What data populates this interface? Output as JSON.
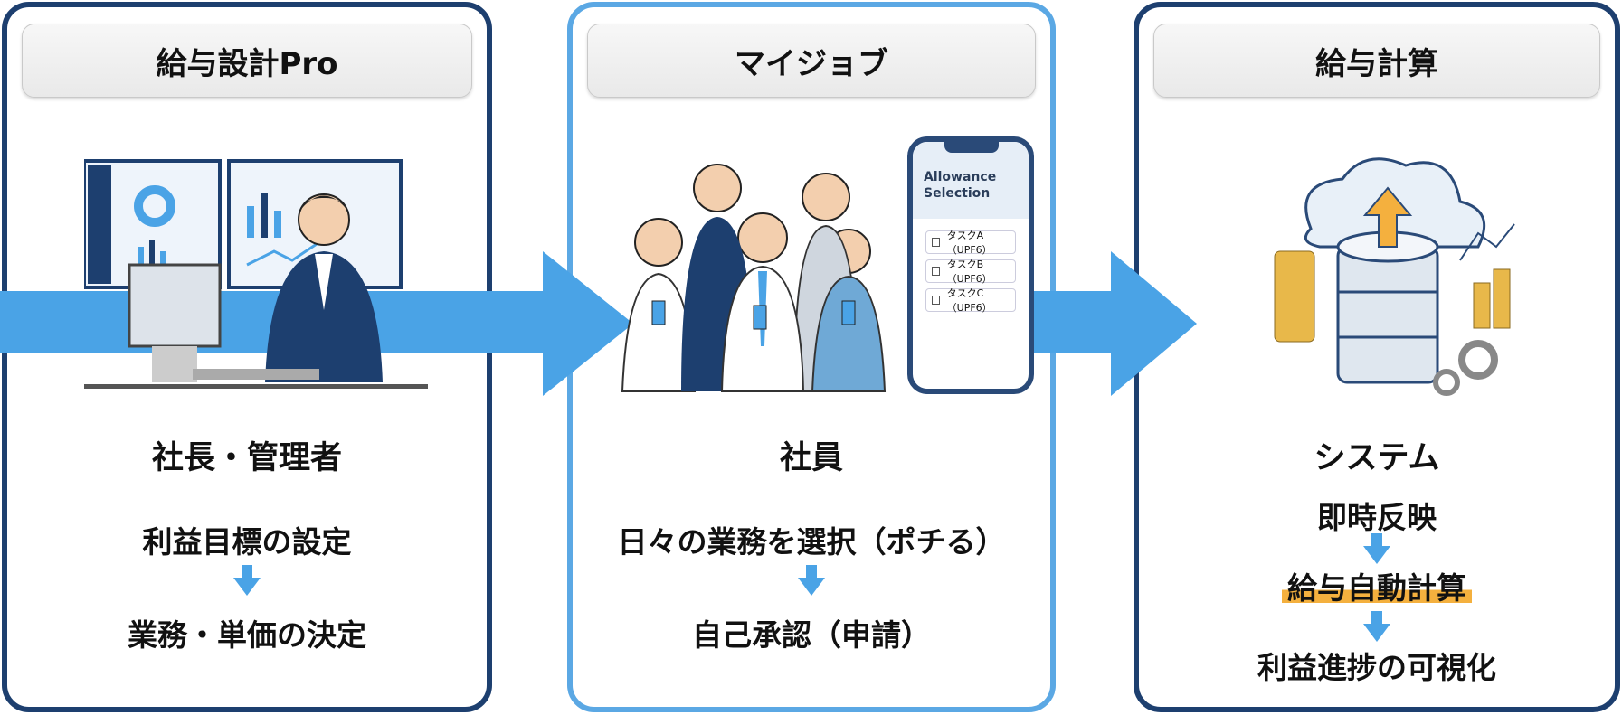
{
  "panels": [
    {
      "header": "給与設計Pro",
      "role": "社長・管理者",
      "steps": [
        "利益目標の設定",
        "業務・単価の決定"
      ]
    },
    {
      "header": "マイジョブ",
      "role": "社員",
      "steps": [
        "日々の業務を選択（ポチる）",
        "自己承認（申請）"
      ],
      "phone": {
        "title_line1": "Allowance",
        "title_line2": "Selection",
        "items": [
          "タスクA（UPF6）",
          "タスクB（UPF6）",
          "タスクC（UPF6）"
        ]
      }
    },
    {
      "header": "給与計算",
      "role": "システム",
      "steps": [
        "即時反映",
        "給与自動計算",
        "利益進捗の可視化"
      ]
    }
  ],
  "colors": {
    "navy": "#1d3f6f",
    "blue": "#4aa3e6",
    "highlight": "#f4b03e"
  }
}
